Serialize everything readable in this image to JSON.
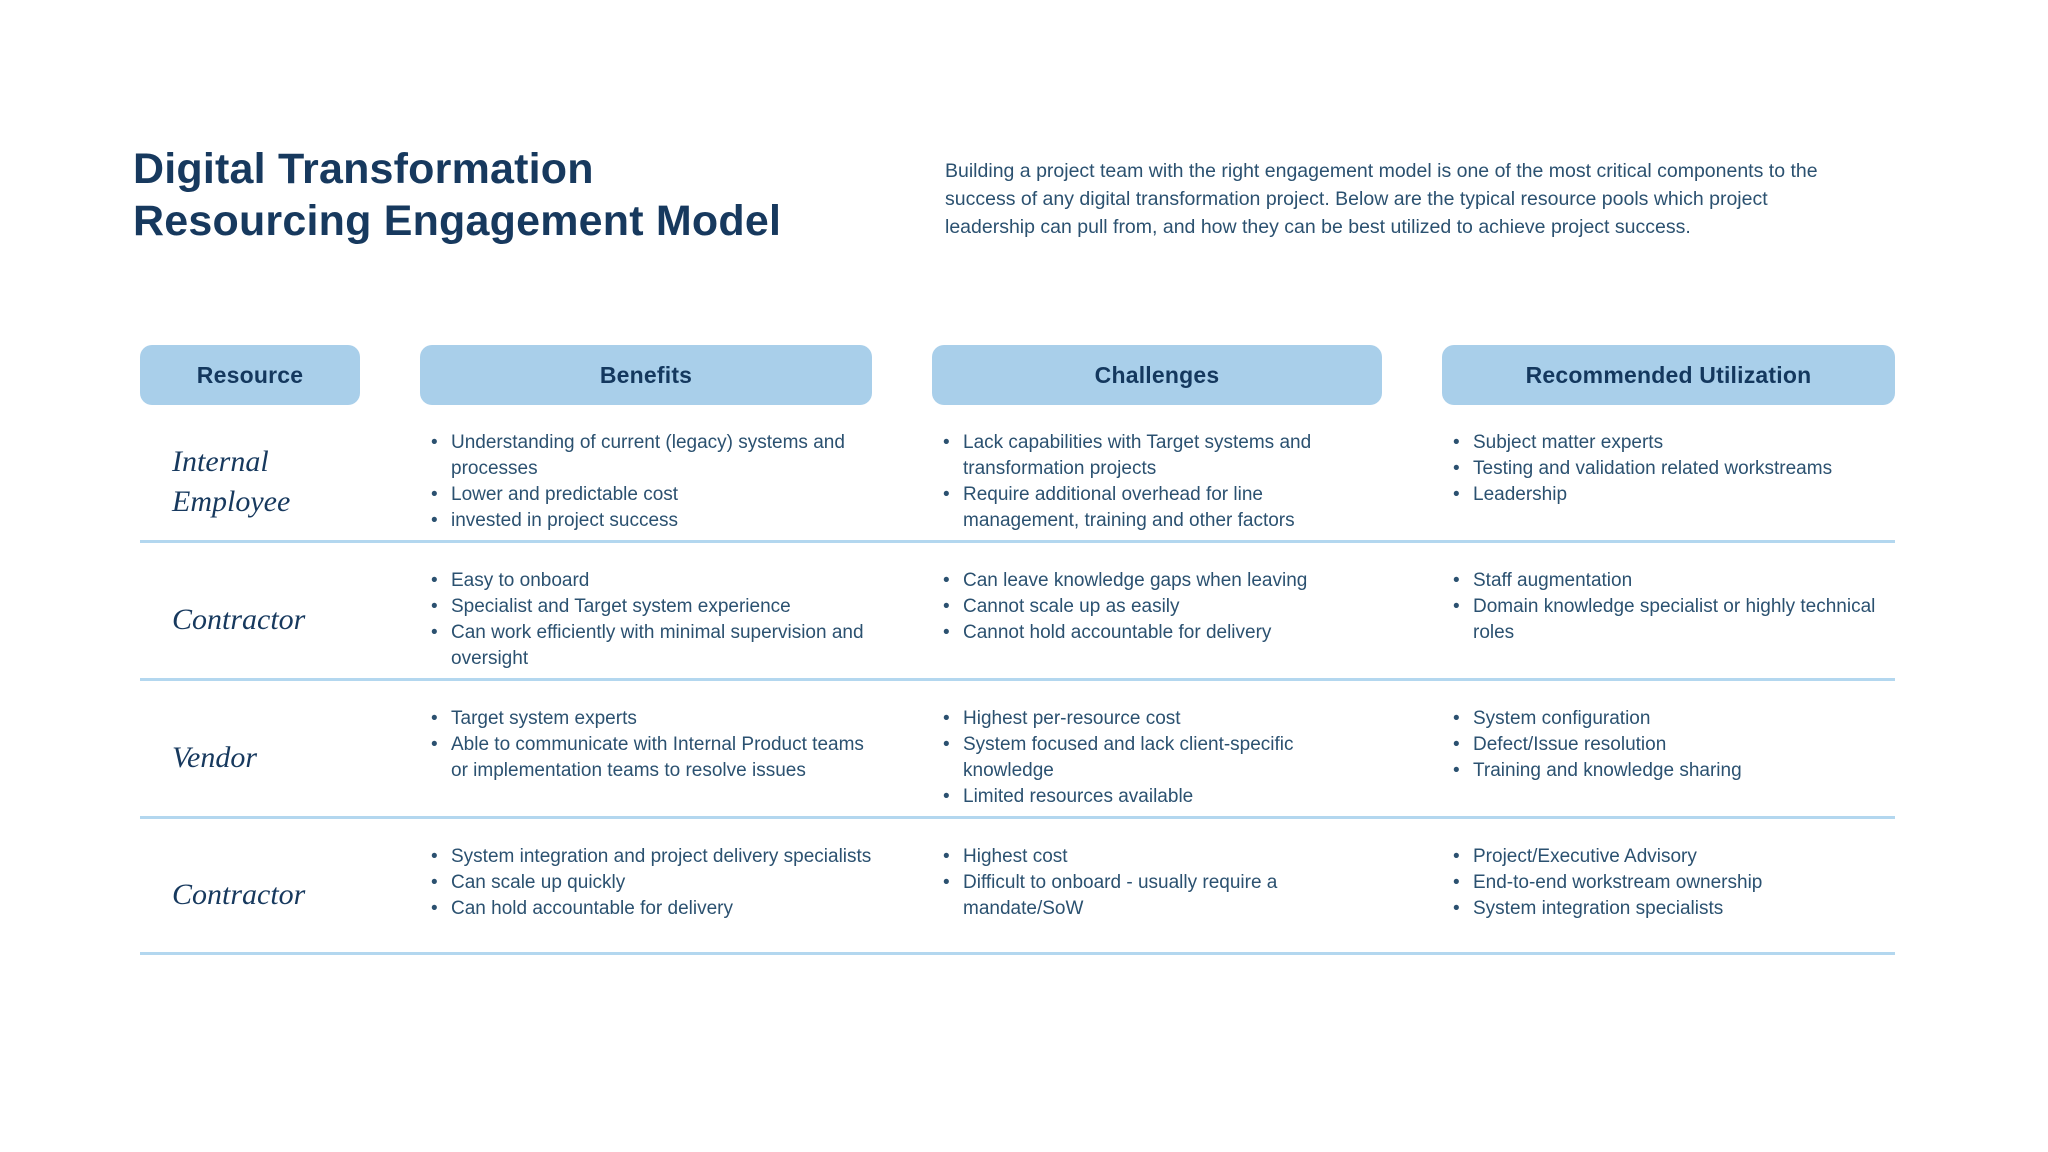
{
  "header": {
    "title_line1": "Digital Transformation",
    "title_line2": "Resourcing Engagement Model",
    "intro": "Building a project team with the right engagement model is one of the most critical components to the success of any digital transformation project. Below are the typical resource pools which project leadership can pull from, and how they can be best utilized to achieve project success."
  },
  "table": {
    "columns": [
      "Resource",
      "Benefits",
      "Challenges",
      "Recommended Utilization"
    ],
    "rows": [
      {
        "resource": "Internal Employee",
        "benefits": [
          "Understanding of current (legacy) systems and processes",
          "Lower and predictable cost",
          "invested in project success"
        ],
        "challenges": [
          "Lack capabilities with Target systems and transformation projects",
          "Require additional overhead for line management, training and other factors"
        ],
        "utilization": [
          "Subject matter experts",
          "Testing and validation related workstreams",
          "Leadership"
        ]
      },
      {
        "resource": "Contractor",
        "benefits": [
          "Easy to onboard",
          "Specialist and Target system experience",
          "Can work efficiently with minimal supervision and oversight"
        ],
        "challenges": [
          "Can leave knowledge gaps when leaving",
          "Cannot scale up as easily",
          "Cannot hold accountable for delivery"
        ],
        "utilization": [
          "Staff augmentation",
          "Domain knowledge specialist or highly technical roles"
        ]
      },
      {
        "resource": "Vendor",
        "benefits": [
          "Target system experts",
          "Able to communicate with Internal Product teams or implementation teams to resolve issues"
        ],
        "challenges": [
          "Highest per-resource cost",
          "System focused and lack client-specific knowledge",
          "Limited resources available"
        ],
        "utilization": [
          "System configuration",
          "Defect/Issue resolution",
          "Training and knowledge sharing"
        ]
      },
      {
        "resource": "Contractor",
        "benefits": [
          "System integration and project delivery specialists",
          "Can scale up quickly",
          "Can hold accountable for delivery"
        ],
        "challenges": [
          "Highest cost",
          "Difficult to onboard - usually require a mandate/SoW"
        ],
        "utilization": [
          "Project/Executive Advisory",
          "End-to-end workstream ownership",
          "System integration specialists"
        ]
      }
    ]
  },
  "colors": {
    "header_fill": "#A9CFEA",
    "title_text": "#17395E",
    "body_text": "#2B5170",
    "divider": "#B3D7EF",
    "background": "#FFFFFF"
  }
}
